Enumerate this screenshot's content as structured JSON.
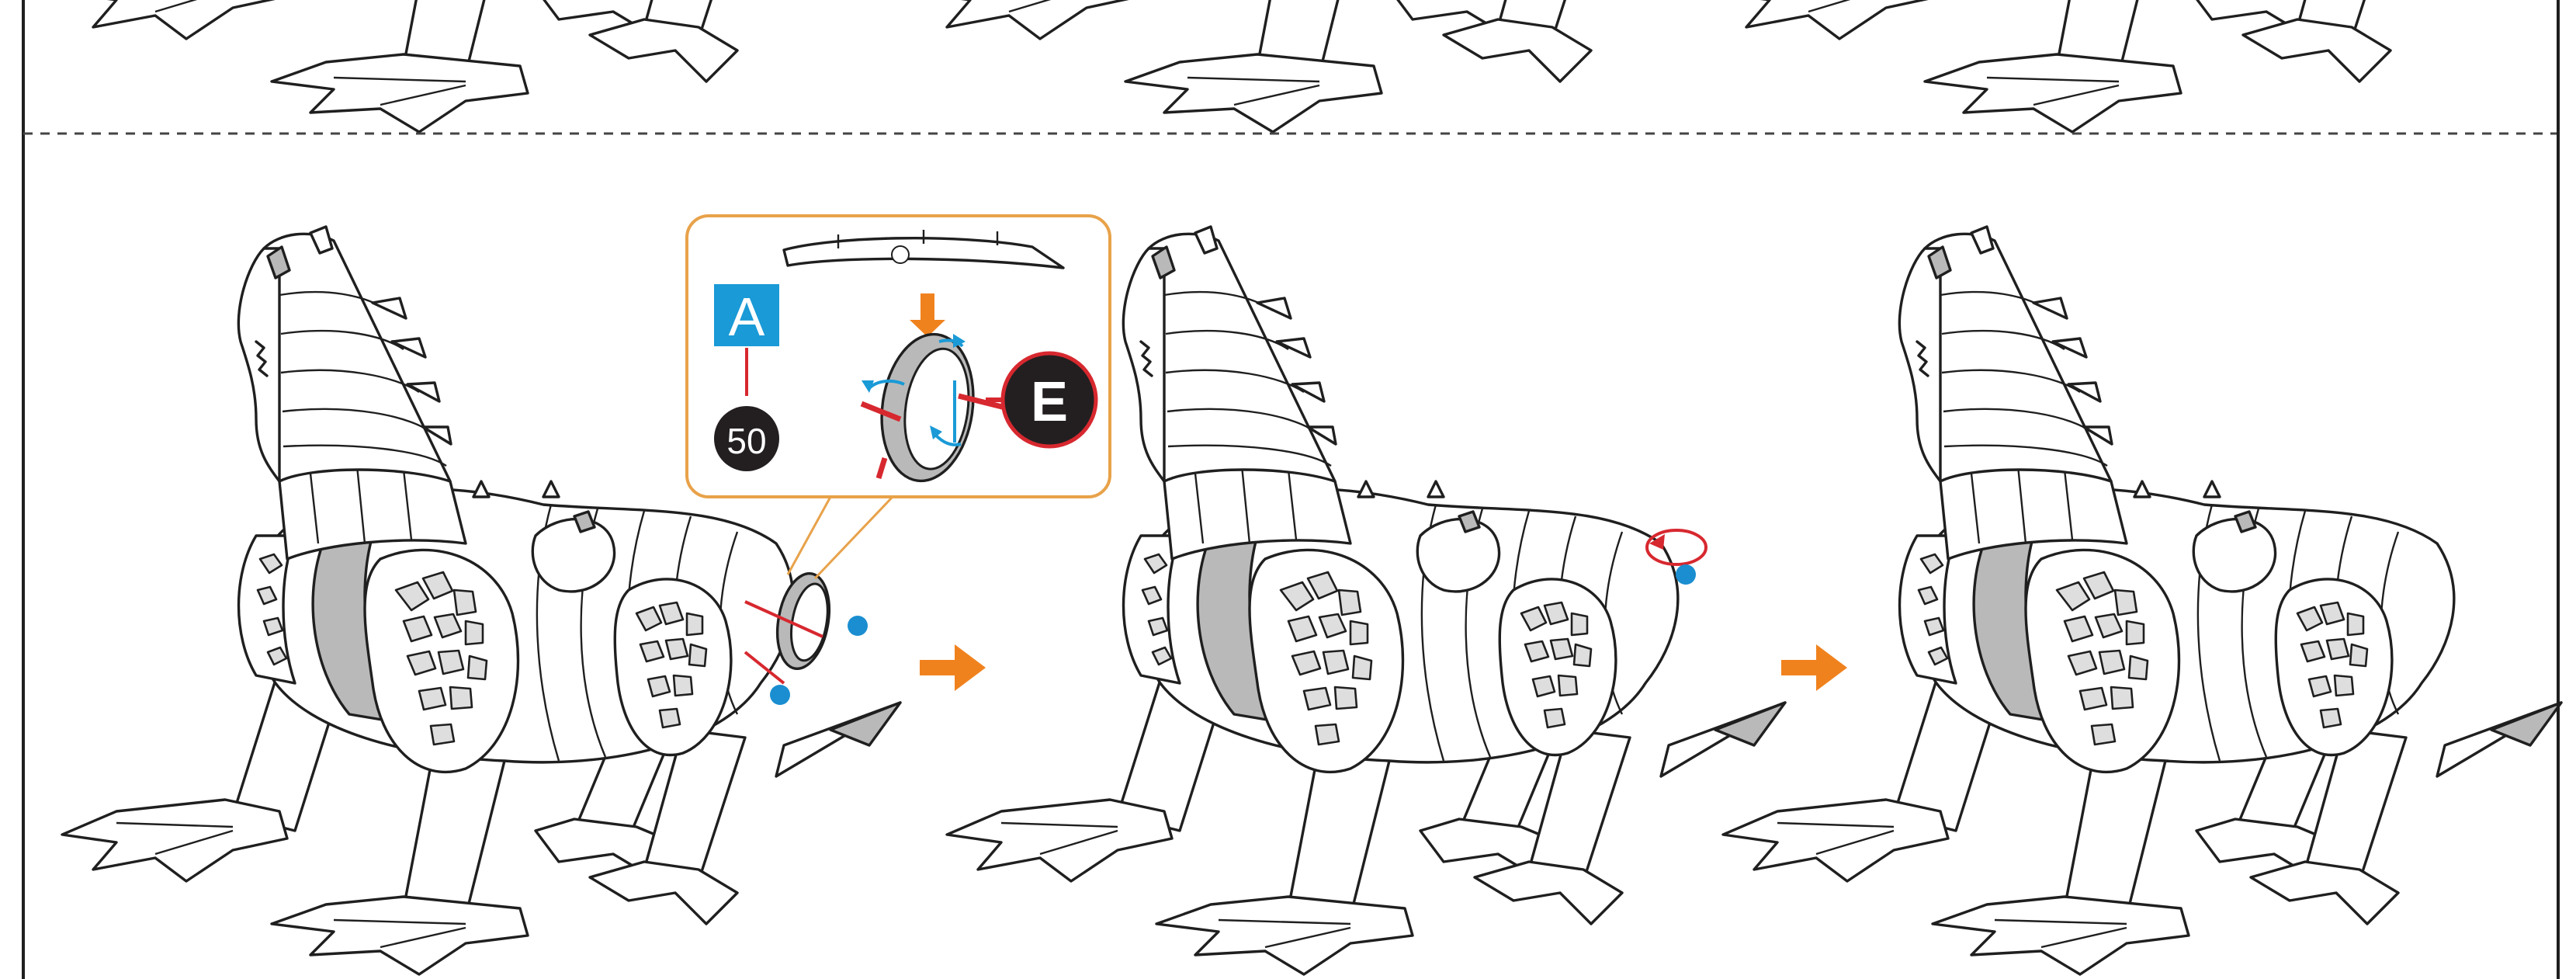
{
  "colors": {
    "background": "#ffffff",
    "line_art": "#1f1f1f",
    "shading_gray": "#b9b9b9",
    "callout_border": "#e8a24a",
    "step_arrow": "#f0821e",
    "label_A_bg": "#1a9ad6",
    "label_dark": "#231f20",
    "rotation_arrow_blue": "#1a9ad6",
    "indicator_red": "#d7282f",
    "attach_dot_blue": "#1a8ed0"
  },
  "instructions": {
    "callout": {
      "group_label": "A",
      "part_number": "50",
      "connector_label": "E"
    },
    "step_arrows": [
      "arrow-right-icon",
      "arrow-right-icon"
    ],
    "stages": [
      "stage-1",
      "stage-2",
      "stage-3"
    ]
  }
}
